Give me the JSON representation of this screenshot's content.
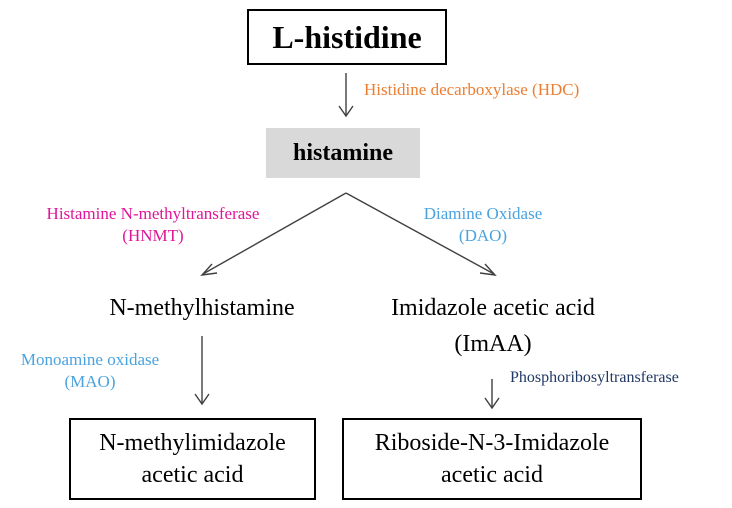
{
  "colors": {
    "hdc": "#ed7d31",
    "hnmt": "#e0159a",
    "dao": "#4aa3df",
    "mao": "#4aa3df",
    "phosphoribosyltransferase": "#1f3864",
    "histamine_fill": "#d9d9d9"
  },
  "nodes": {
    "l_histidine": "L-histidine",
    "histamine": "histamine",
    "n_methylhistamine": "N-methylhistamine",
    "imidazole_acetic_acid": {
      "line1": "Imidazole acetic acid",
      "line2": "(ImAA)"
    },
    "n_methylimidazole_acetic_acid": {
      "line1": "N-methylimidazole",
      "line2": "acetic acid"
    },
    "riboside": {
      "line1": "Riboside-N-3-Imidazole",
      "line2": "acetic acid"
    }
  },
  "enzymes": {
    "hdc": "Histidine decarboxylase (HDC)",
    "hnmt": {
      "line1": "Histamine N-methyltransferase",
      "line2": "(HNMT)"
    },
    "dao": {
      "line1": "Diamine Oxidase",
      "line2": "(DAO)"
    },
    "mao": {
      "line1": "Monoamine oxidase",
      "line2": "(MAO)"
    },
    "phosphoribosyltransferase": "Phosphoribosyltransferase"
  }
}
